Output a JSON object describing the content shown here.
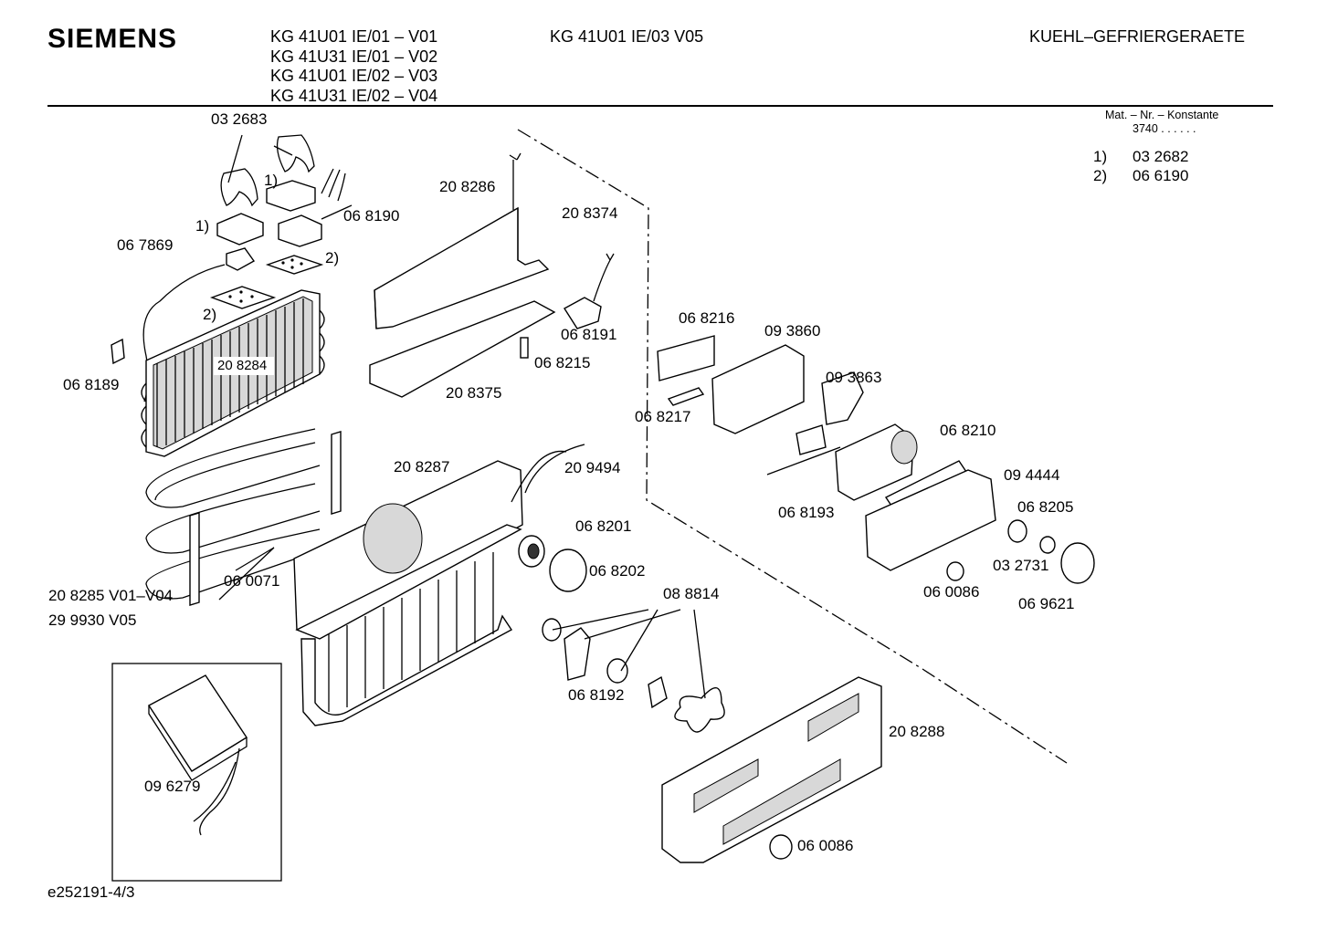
{
  "header": {
    "brand": "SIEMENS",
    "models_col1": [
      "KG 41U01 IE/01 – V01",
      "KG 41U31 IE/01 – V02",
      "KG 41U01 IE/02 – V03",
      "KG 41U31 IE/02 – V04"
    ],
    "model_col2": "KG 41U01 IE/03 V05",
    "category": "KUEHL–GEFRIERGERAETE"
  },
  "legend": {
    "title": "Mat. – Nr. – Konstante",
    "constant": "3740  .  .     .  .  .  .",
    "notes": [
      {
        "key": "1)",
        "part": "03 2682"
      },
      {
        "key": "2)",
        "part": "06 6190"
      }
    ]
  },
  "parts": {
    "p032683": "03 2683",
    "p068190": "06 8190",
    "p067869": "06 7869",
    "p068189": "06 8189",
    "p208284": "20 8284",
    "p208285": "20 8285 V01–V04",
    "p299930": "29 9930 V05",
    "p060071": "06 0071",
    "p096279": "09 6279",
    "p208286": "20 8286",
    "p208374": "20 8374",
    "p068191": "06 8191",
    "p068215": "06 8215",
    "p208375": "20 8375",
    "p208287": "20 8287",
    "p209494": "20 9494",
    "p068201": "06 8201",
    "p068202": "06 8202",
    "p088814": "08 8814",
    "p068192": "06 8192",
    "p208288": "20 8288",
    "p060086b": "06 0086",
    "p068216": "06 8216",
    "p093860": "09 3860",
    "p093863": "09 3863",
    "p068217": "06 8217",
    "p068210": "06 8210",
    "p094444": "09 4444",
    "p068193": "06 8193",
    "p068205": "06 8205",
    "p032731": "03 2731",
    "p060086a": "06 0086",
    "p069621": "06 9621"
  },
  "callouts": {
    "c1a": "1)",
    "c1b": "1)",
    "c2a": "2)",
    "c2b": "2)"
  },
  "footer": {
    "doc_code": "e252191-4/3"
  }
}
